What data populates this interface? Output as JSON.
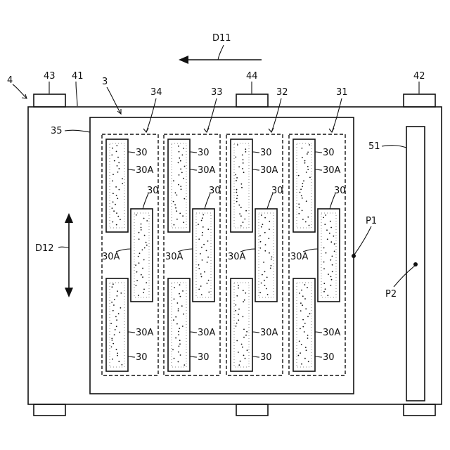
{
  "labels": {
    "d11": "D11",
    "d12": "D12",
    "l4": "4",
    "l3": "3",
    "l35": "35",
    "l41": "41",
    "l42": "42",
    "l43": "43",
    "l44": "44",
    "l34": "34",
    "l33": "33",
    "l32": "32",
    "l31": "31",
    "l51": "51",
    "p1": "P1",
    "p2": "P2",
    "cell": "30",
    "cell_a": "30A"
  },
  "colors": {
    "ink": "#111111",
    "background": "#ffffff"
  }
}
